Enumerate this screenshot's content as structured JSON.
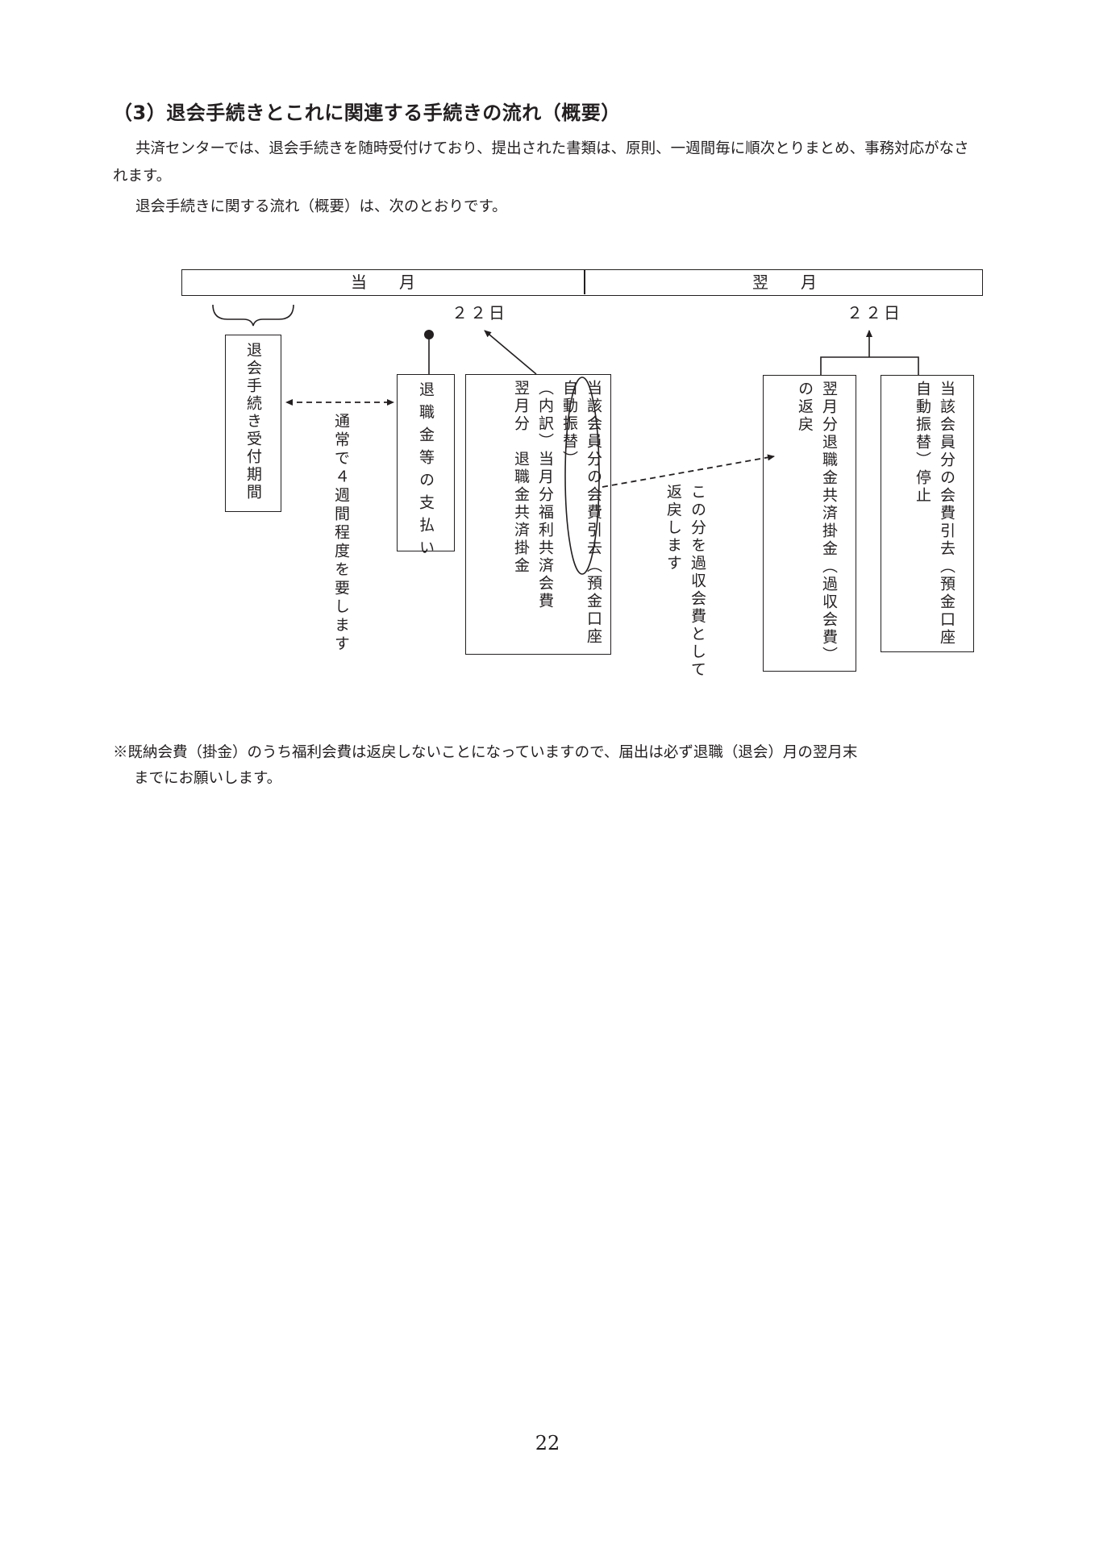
{
  "heading": "（3）退会手続きとこれに関連する手続きの流れ（概要）",
  "intro": {
    "para1": "共済センターでは、退会手続きを随時受付けており、提出された書類は、原則、一週間毎に順次とりまとめ、事務対応がなされます。",
    "para2": "退会手続きに関する流れ（概要）は、次のとおりです。"
  },
  "diagram": {
    "timeline": {
      "current_month": "当月",
      "next_month": "翌月"
    },
    "day_current": "２２日",
    "day_next": "２２日",
    "box_acceptance": "退会手続き受付期間",
    "usual_period": "通常で４週間程度を要します",
    "box_payment": "退職金等の支払い",
    "box_debit": {
      "line1": "当該会員分の会費引去（預金口座",
      "line2": "自動振替）",
      "line3": "（内訳）当月分福利共済会費",
      "line4": "翌月分　退職金共済掛金"
    },
    "refund_note": {
      "line1": "この分を過収会費として",
      "line2": "返戻します"
    },
    "box_refund": {
      "line1": "翌月分退職金共済掛金（過収会費）",
      "line2": "の返戻"
    },
    "box_stop": {
      "line1": "当該会員分の会費引去（預金口座",
      "line2": "自動振替）停止"
    }
  },
  "note": {
    "line1": "※既納会費（掛金）のうち福利会費は返戻しないことになっていますので、届出は必ず退職（退会）月の翌月末",
    "line2": "までにお願いします。"
  },
  "page_number": "22"
}
